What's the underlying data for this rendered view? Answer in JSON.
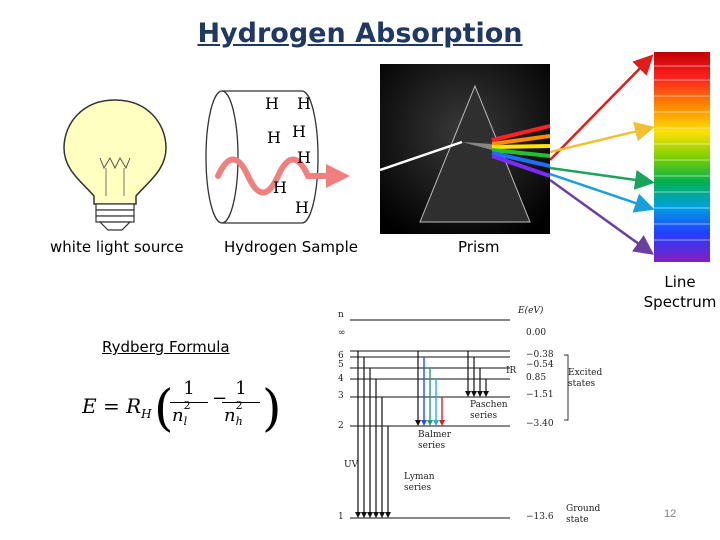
{
  "title": "Hydrogen Absorption",
  "labels": {
    "source": "white light source",
    "sample": "Hydrogen Sample",
    "prism": "Prism",
    "line_spectrum_1": "Line",
    "line_spectrum_2": "Spectrum",
    "rydberg": "Rydberg Formula"
  },
  "hydrogen_atoms": [
    "H",
    "H",
    "H",
    "H",
    "H",
    "H",
    "H"
  ],
  "formula": {
    "lhs": "E = R",
    "sub_h": "H",
    "one": "1",
    "n": "n",
    "sub_l": "l",
    "sub_h2": "h",
    "sq": "2"
  },
  "energy_diagram": {
    "n_header": "n",
    "e_header": "E(eV)",
    "levels": [
      {
        "n": "∞",
        "energy": "0.00"
      },
      {
        "n": "6",
        "energy": "−0.38"
      },
      {
        "n": "5",
        "energy": "−0.54"
      },
      {
        "n": "4",
        "energy": "0.85"
      },
      {
        "n": "3",
        "energy": "−1.51"
      },
      {
        "n": "2",
        "energy": "−3.40"
      },
      {
        "n": "1",
        "energy": "−13.6"
      }
    ],
    "ir_label": "IR",
    "uv_label": "UV",
    "excited_label_1": "Excited",
    "excited_label_2": "states",
    "ground_label_1": "Ground",
    "ground_label_2": "state",
    "paschen_1": "Paschen",
    "paschen_2": "series",
    "balmer_1": "Balmer",
    "balmer_2": "series",
    "lyman_1": "Lyman",
    "lyman_2": "series"
  },
  "page_number": "12",
  "colors": {
    "title": "#1f3864",
    "bulb": "#ffffc0",
    "wave": "#f08080",
    "arrow_red": "#e31b1b",
    "arrow_yellow": "#f2c12e",
    "arrow_green": "#19a35b",
    "arrow_blue": "#1aa0d8",
    "arrow_purple": "#6b3fa0"
  }
}
